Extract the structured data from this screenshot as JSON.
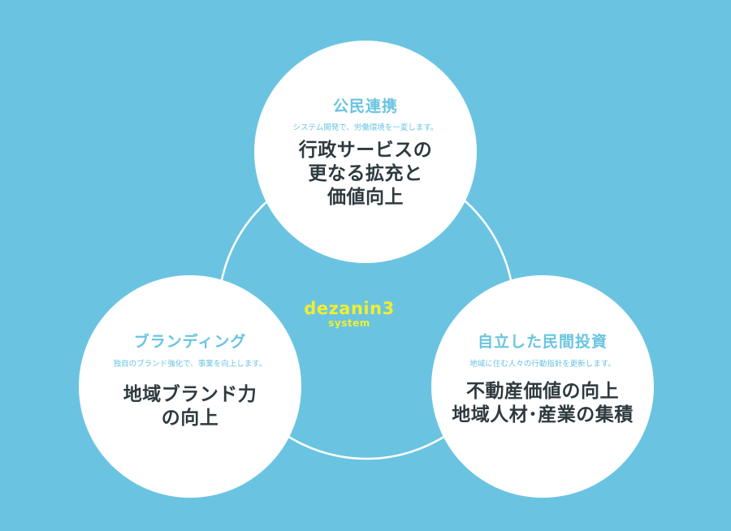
{
  "brand": {
    "name": "dezanin3",
    "sub": "system"
  },
  "nodes": [
    {
      "title": "公民連携",
      "subtitle": "システム開発で、労働環境を一変します。",
      "lines": [
        "行政サービスの",
        "更なる拡充と",
        "価値向上"
      ]
    },
    {
      "title": "ブランディング",
      "subtitle": "独自のブランド強化で、事業を向上します。",
      "lines": [
        "地域ブランド力",
        "の向上"
      ]
    },
    {
      "title": "自立した民間投資",
      "subtitle": "地域に住む人々の行動指針を更新します。",
      "lines": [
        "不動産価値の向上",
        "地域人材･産業の集積"
      ]
    }
  ],
  "colors": {
    "background": "#6ac4e1",
    "circle": "#ffffff",
    "accent": "#6ac4e1",
    "heading": "#2e3a3f",
    "brand": "#f2ee2f"
  }
}
